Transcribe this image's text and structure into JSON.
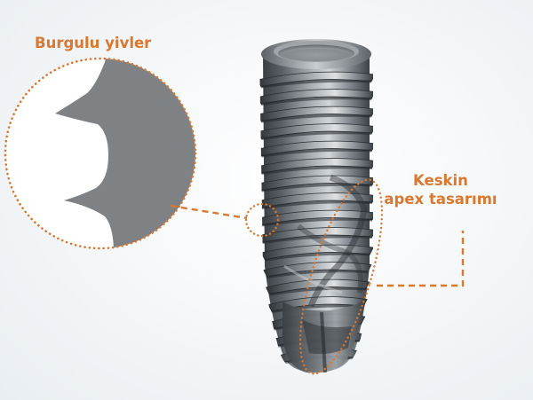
{
  "callouts": {
    "left": {
      "text": "Burgulu yivler"
    },
    "right": {
      "line1": "Keskin",
      "line2": "apex tasarımı"
    }
  },
  "colors": {
    "accent": "#d9782f",
    "implant_dark": "#3d4246",
    "implant_mid": "#7d8489",
    "implant_light": "#c2c7cb",
    "thread_profile": "#7f8285"
  },
  "icons": {
    "implant": "dental-implant-illustration",
    "thread_detail": "thread-profile-magnifier"
  }
}
